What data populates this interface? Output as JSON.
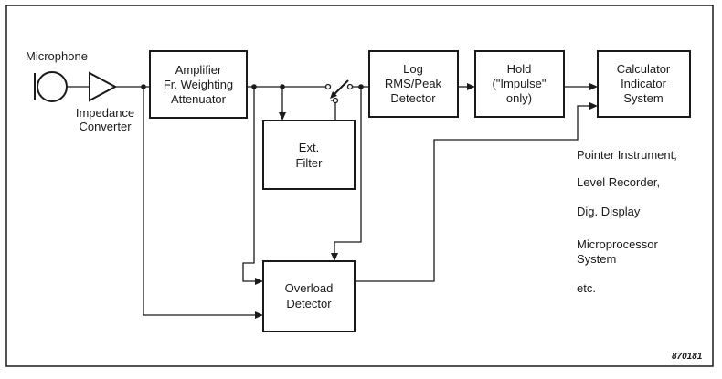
{
  "microphone": {
    "label": "Microphone"
  },
  "impedance": {
    "line1": "Impedance",
    "line2": "Converter"
  },
  "amplifier": {
    "line1": "Amplifier",
    "line2": "Fr. Weighting",
    "line3": "Attenuator"
  },
  "ext_filter": {
    "line1": "Ext.",
    "line2": "Filter"
  },
  "log_detector": {
    "line1": "Log",
    "line2": "RMS/Peak",
    "line3": "Detector"
  },
  "hold": {
    "line1": "Hold",
    "line2": "(\"Impulse\"",
    "line3": "only)"
  },
  "calculator": {
    "line1": "Calculator",
    "line2": "Indicator",
    "line3": "System"
  },
  "overload": {
    "line1": "Overload",
    "line2": "Detector"
  },
  "outputs": {
    "pointer": "Pointer Instrument,",
    "recorder": "Level Recorder,",
    "display": "Dig. Display",
    "micro1": "Microprocessor",
    "micro2": "System",
    "etc": "etc."
  },
  "figure_code": "870181"
}
